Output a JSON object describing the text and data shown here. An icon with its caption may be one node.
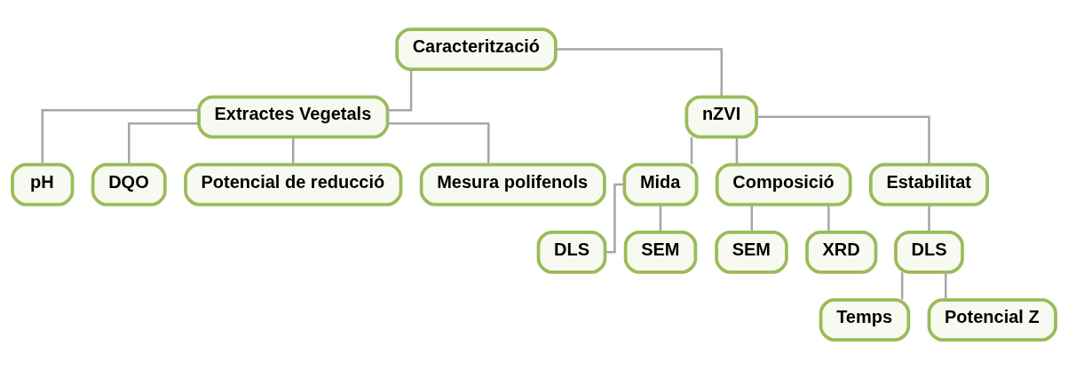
{
  "diagram": {
    "nodes": [
      {
        "text": [
          "Caracterització"
        ]
      },
      {
        "text": [
          "Extractes Vegetals"
        ]
      },
      {
        "text": [
          "nZVI"
        ]
      },
      {
        "text": [
          "pH"
        ]
      },
      {
        "text": [
          "DQO"
        ]
      },
      {
        "text": [
          "Potencial de reducció"
        ]
      },
      {
        "text": [
          "Mesura polifenols"
        ]
      },
      {
        "text": [
          "Mida"
        ]
      },
      {
        "text": [
          "Composició"
        ]
      },
      {
        "text": [
          "Estabilitat"
        ]
      },
      {
        "text": [
          "DLS"
        ]
      },
      {
        "text": [
          "SEM"
        ]
      },
      {
        "text": [
          "SEM"
        ]
      },
      {
        "text": [
          "XRD"
        ]
      },
      {
        "text": [
          "DLS"
        ]
      },
      {
        "text": [
          "Temps"
        ]
      },
      {
        "text": [
          "Potencial Z"
        ]
      }
    ],
    "edges": [
      {
        "from": 0,
        "to": 1,
        "arrow": "none"
      },
      {
        "from": 0,
        "to": 2,
        "arrow": "none"
      },
      {
        "from": 1,
        "to": 3,
        "arrow": "none"
      },
      {
        "from": 1,
        "to": 4,
        "arrow": "none"
      },
      {
        "from": 1,
        "to": 5,
        "arrow": "none"
      },
      {
        "from": 1,
        "to": 6,
        "arrow": "none"
      },
      {
        "from": 2,
        "to": 7,
        "arrow": "none"
      },
      {
        "from": 2,
        "to": 8,
        "arrow": "none"
      },
      {
        "from": 2,
        "to": 9,
        "arrow": "none"
      },
      {
        "from": 7,
        "to": 10,
        "arrow": "none"
      },
      {
        "from": 7,
        "to": 11,
        "arrow": "none"
      },
      {
        "from": 8,
        "to": 12,
        "arrow": "none"
      },
      {
        "from": 8,
        "to": 13,
        "arrow": "none"
      },
      {
        "from": 9,
        "to": 14,
        "arrow": "none"
      },
      {
        "from": 14,
        "to": 15,
        "arrow": "none"
      },
      {
        "from": 14,
        "to": 16,
        "arrow": "none"
      }
    ]
  }
}
